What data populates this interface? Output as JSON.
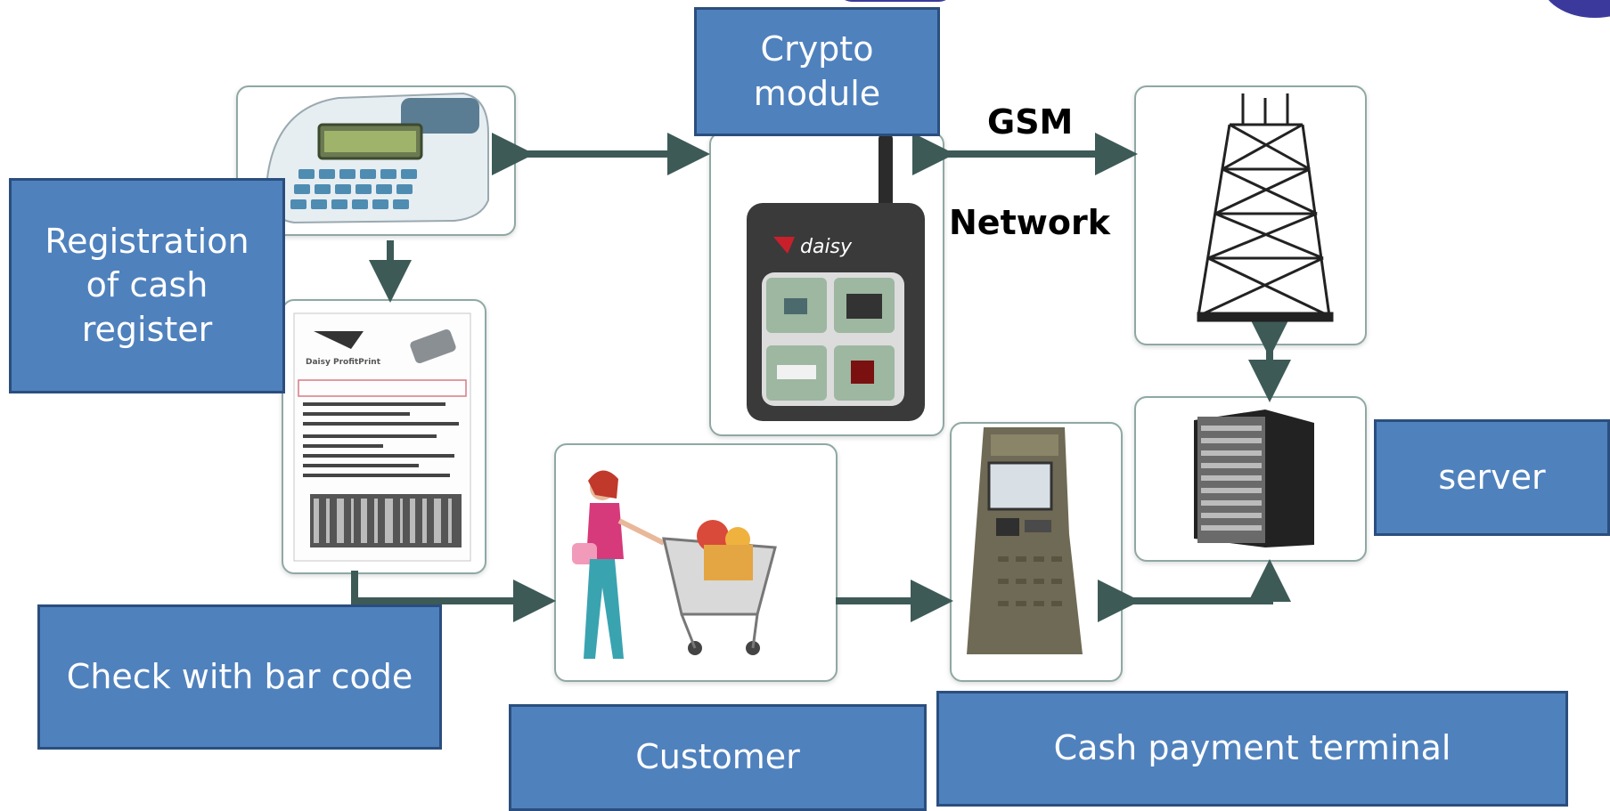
{
  "diagram": {
    "labels": {
      "crypto_module": "Crypto\nmodule",
      "registration": "Registration\nof cash\nregister",
      "check": "Check with bar code",
      "customer": "Customer",
      "terminal": "Cash payment terminal",
      "server": "server"
    },
    "network": {
      "gsm": "GSM",
      "network": "Network"
    },
    "device_brand": "daisy",
    "receipt_brand": "Daisy ProfitPrint",
    "colors": {
      "label_fill": "#4f81bd",
      "label_border": "#2b4e7e",
      "arrow": "#3d5a57",
      "panel_border": "#8fa8a4"
    }
  }
}
